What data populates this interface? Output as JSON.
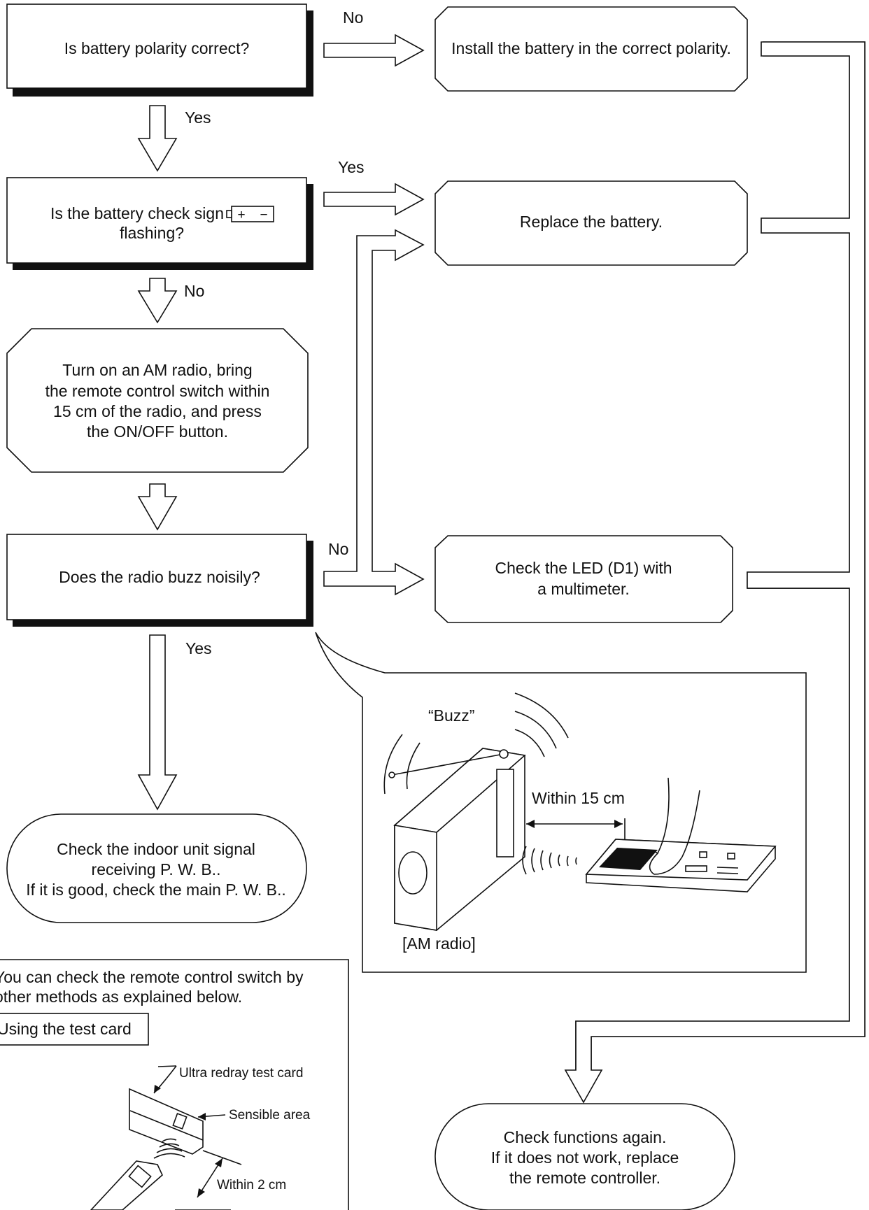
{
  "decisions": {
    "q_polarity": "Is battery polarity correct?",
    "q_battery_sign_line1": "Is the battery check sign",
    "q_battery_sign_line2": "flashing?",
    "battery_sign_plus": "+",
    "battery_sign_minus": "−",
    "q_radio_buzz": "Does the radio buzz noisily?"
  },
  "actions": {
    "install_battery": "Install the battery in the correct polarity.",
    "replace_battery": "Replace the battery.",
    "am_radio_line1": "Turn on an AM radio, bring",
    "am_radio_line2": "the remote control switch within",
    "am_radio_line3": "15 cm of the radio, and press",
    "am_radio_line4": "the ON/OFF button.",
    "check_led_line1": "Check the LED (D1) with",
    "check_led_line2": "a multimeter."
  },
  "terminals": {
    "indoor_line1": "Check the indoor unit signal",
    "indoor_line2": "receiving P. W. B..",
    "indoor_line3": "If it is good, check the main P. W. B..",
    "final_line1": "Check functions again.",
    "final_line2": "If it does not work, replace",
    "final_line3": "the remote controller."
  },
  "edge_labels": {
    "polarity_no": "No",
    "polarity_yes": "Yes",
    "sign_yes": "Yes",
    "sign_no": "No",
    "buzz_no": "No",
    "buzz_yes": "Yes"
  },
  "radio_illustration": {
    "buzz_label": "“Buzz”",
    "distance_label": "Within 15 cm",
    "radio_label": "[AM radio]"
  },
  "note": {
    "line1": "You can check the remote control switch by",
    "line2": "other methods as explained below.",
    "tab_label": "Using the test card",
    "card_label": "Ultra redray test card",
    "sensible_label": "Sensible area",
    "distance_label": "Within 2 cm"
  }
}
